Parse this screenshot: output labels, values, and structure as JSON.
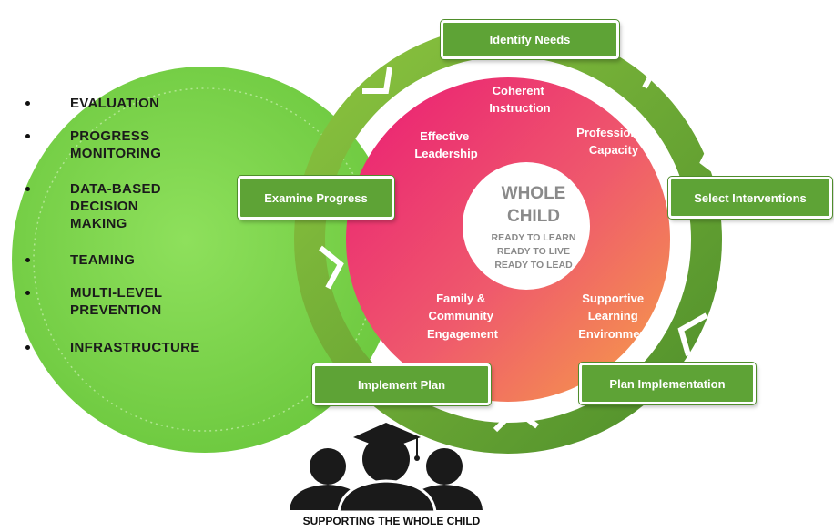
{
  "framework_list": [
    "EVALUATION",
    "PROGRESS\nMONITORING",
    "DATA-BASED\nDECISION\nMAKING",
    "TEAMING",
    "MULTI-LEVEL\nPREVENTION",
    "INFRASTRUCTURE"
  ],
  "cycle_steps": {
    "identify": "Identify Needs",
    "select": "Select Interventions",
    "plan": "Plan Implementation",
    "implement": "Implement Plan",
    "examine": "Examine Progress"
  },
  "wheel_segments": {
    "coherent": [
      "Coherent",
      "Instruction"
    ],
    "professional": [
      "Professional",
      "Capacity"
    ],
    "supportive": [
      "Supportive",
      "Learning",
      "Environment"
    ],
    "family": [
      "Family &",
      "Community",
      "Engagement"
    ],
    "effective": [
      "Effective",
      "Leadership"
    ]
  },
  "center": {
    "title_1": "WHOLE",
    "title_2": "CHILD",
    "line_1": "READY TO LEARN",
    "line_2": "READY TO LIVE",
    "line_3": "READY TO LEAD"
  },
  "caption": "SUPPORTING  THE WHOLE CHILD",
  "colors": {
    "left_circle": "#79d14b",
    "cycle_ring": "#6aaa3a",
    "wheel_start": "#ec2173",
    "wheel_end": "#f48f4c",
    "step_box": "#5ea336",
    "icon": "#1a1a1a"
  },
  "icons": [
    "graduate-people-icon",
    "cycle-arrow-icon"
  ]
}
